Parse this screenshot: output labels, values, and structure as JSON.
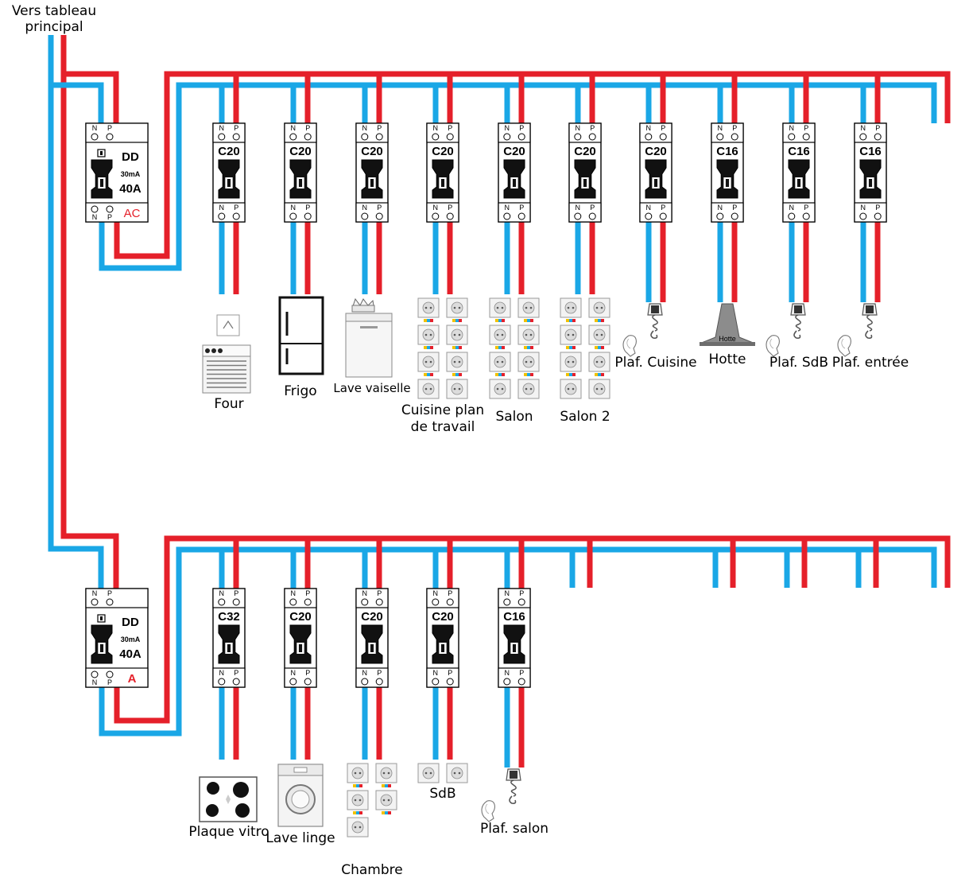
{
  "source_label": "Vers tableau principal",
  "colors": {
    "neutral": "#1aa7e6",
    "phase": "#e5202a",
    "rcd_type_text": "#e5202a"
  },
  "terminal_n": "N",
  "terminal_p": "P",
  "rows": [
    {
      "rcd": {
        "label": "DD",
        "sensitivity": "30mA",
        "rating": "40A",
        "type": "AC"
      },
      "circuits": [
        {
          "rating": "C20",
          "label": "Four",
          "device": "oven-icon"
        },
        {
          "rating": "C20",
          "label": "Frigo",
          "device": "fridge-icon"
        },
        {
          "rating": "C20",
          "label": "Lave vaiselle",
          "device": "dishwasher-icon"
        },
        {
          "rating": "C20",
          "label": "Cuisine plan de travail",
          "device": "socket-icon",
          "outlets": 8
        },
        {
          "rating": "C20",
          "label": "Salon",
          "device": "socket-icon",
          "outlets": 8
        },
        {
          "rating": "C20",
          "label": "Salon 2",
          "device": "socket-icon",
          "outlets": 8
        },
        {
          "rating": "C20",
          "label": "Plaf. Cuisine",
          "device": "ceiling-light-icon"
        },
        {
          "rating": "C16",
          "label": "Hotte",
          "device": "hood-icon",
          "device_text": "Hotte"
        },
        {
          "rating": "C16",
          "label": "Plaf. SdB",
          "device": "ceiling-light-icon"
        },
        {
          "rating": "C16",
          "label": "Plaf. entrée",
          "device": "ceiling-light-icon"
        }
      ]
    },
    {
      "rcd": {
        "label": "DD",
        "sensitivity": "30mA",
        "rating": "40A",
        "type": "A"
      },
      "circuits": [
        {
          "rating": "C32",
          "label": "Plaque vitro",
          "device": "cooktop-icon"
        },
        {
          "rating": "C20",
          "label": "Lave linge",
          "device": "washing-machine-icon"
        },
        {
          "rating": "C20",
          "label": "Chambre",
          "device": "socket-icon",
          "outlets": 5
        },
        {
          "rating": "C20",
          "label": "SdB",
          "device": "socket-icon",
          "outlets": 2
        },
        {
          "rating": "C16",
          "label": "Plaf. salon",
          "device": "ceiling-light-icon"
        }
      ]
    }
  ]
}
